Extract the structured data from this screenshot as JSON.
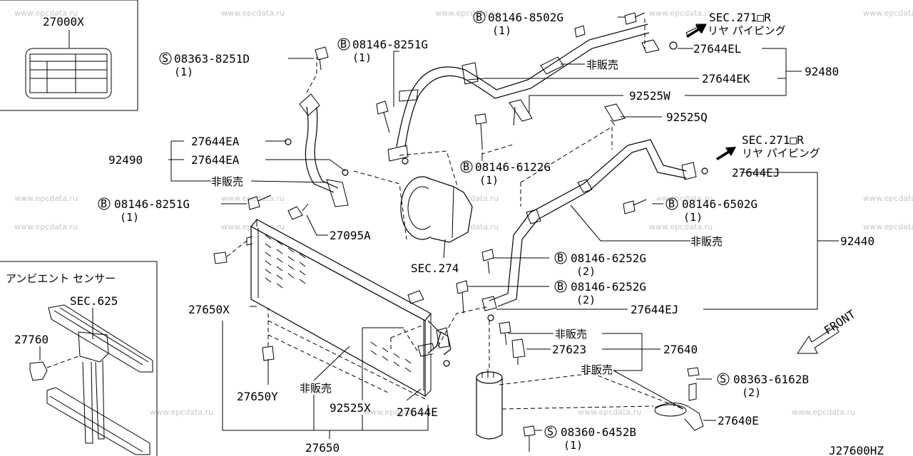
{
  "watermark": "www.epcdata.ru",
  "diagram_code": "J27600HZ",
  "inset_top_left": {
    "part": "27000X"
  },
  "inset_bottom_left": {
    "title": "アンビエント センサー",
    "sec": "SEC.625",
    "part": "27760"
  },
  "labels": {
    "b_08146_8502g": "08146-8502G",
    "b_08146_8502g_qty": "(1)",
    "sec271r_1": "SEC.271□R",
    "rear_piping_1": "リヤ パイピング",
    "p27644el": "27644EL",
    "p92480": "92480",
    "hanbai_1": "非販売",
    "p27644ek": "27644EK",
    "p92525w": "92525W",
    "s_08363_8251d": "08363-8251D",
    "s_08363_8251d_qty": "(1)",
    "b_08146_8251g_a": "08146-8251G",
    "b_08146_8251g_a_qty": "(1)",
    "p92525q": "92525Q",
    "sec271r_2": "SEC.271□R",
    "rear_piping_2": "リヤ パイピング",
    "p27644ea_1": "27644EA",
    "p92490": "92490",
    "p27644ea_2": "27644EA",
    "hanbai_2": "非販売",
    "b_08146_6122g": "08146-6122G",
    "b_08146_6122g_qty": "(1)",
    "p27644ej_1": "27644EJ",
    "b_08146_8251g_b": "08146-8251G",
    "b_08146_8251g_b_qty": "(1)",
    "b_08146_6502g": "08146-6502G",
    "b_08146_6502g_qty": "(1)",
    "p27095a": "27095A",
    "hanbai_3": "非販売",
    "p92440": "92440",
    "sec274": "SEC.274",
    "b_08146_6252g_a": "08146-6252G",
    "b_08146_6252g_a_qty": "(2)",
    "b_08146_6252g_b": "08146-6252G",
    "b_08146_6252g_b_qty": "(2)",
    "p27650x": "27650X",
    "p27644ej_2": "27644EJ",
    "hanbai_4": "非販売",
    "p27623": "27623",
    "p27640": "27640",
    "hanbai_5": "非販売",
    "front": "FRONT",
    "s_08363_6162b": "08363-6162B",
    "s_08363_6162b_qty": "(2)",
    "p27650y": "27650Y",
    "hanbai_6": "非販売",
    "p92525x": "92525X",
    "p27644e": "27644E",
    "p27640e": "27640E",
    "s_08360_6452b": "08360-6452B",
    "s_08360_6452b_qty": "(1)",
    "p27650": "27650"
  },
  "markers": {
    "bolt": "B",
    "screw": "S"
  }
}
